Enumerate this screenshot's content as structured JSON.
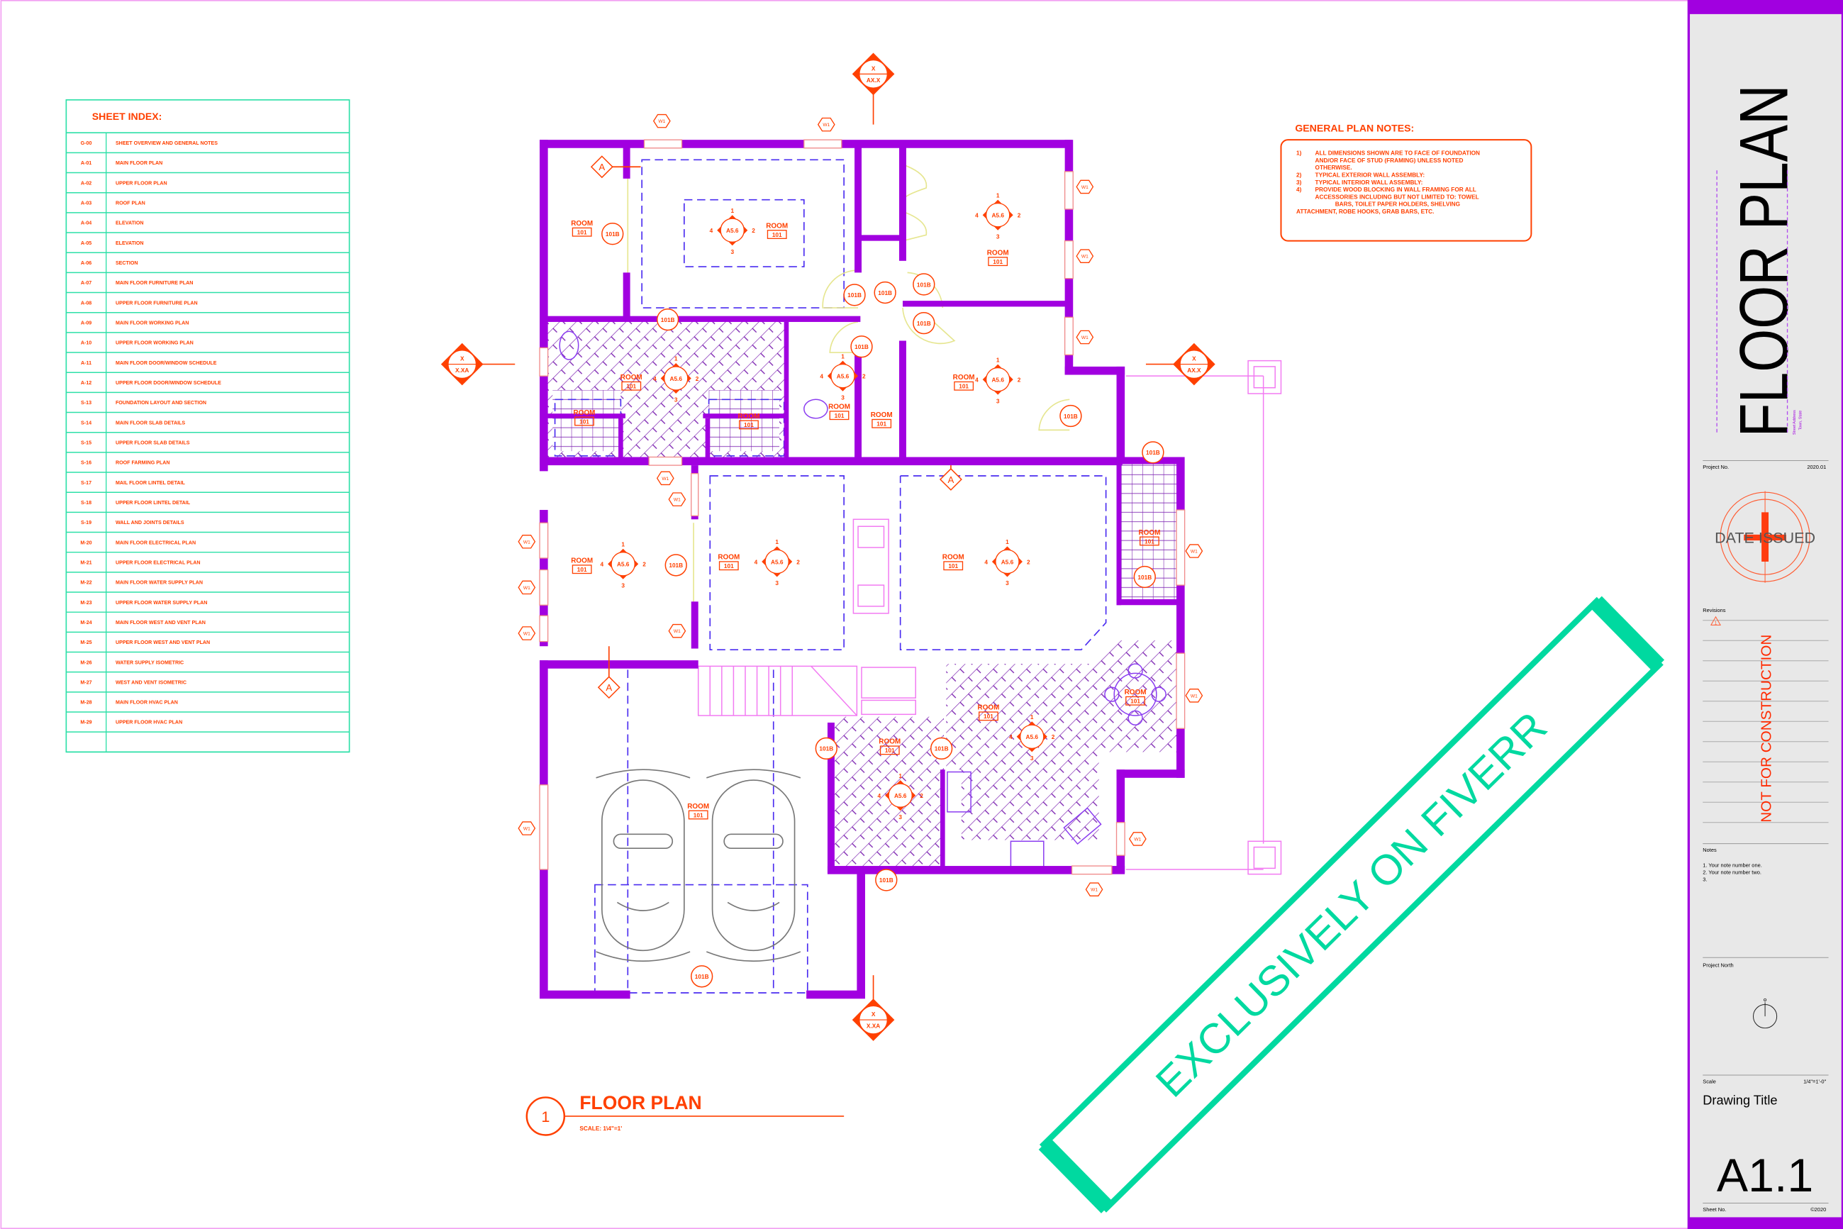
{
  "sheet_index": {
    "title": "SHEET INDEX:",
    "items": [
      {
        "code": "G-00",
        "title": "SHEET OVERVIEW AND GENERAL NOTES"
      },
      {
        "code": "A-01",
        "title": "MAIN FLOOR PLAN"
      },
      {
        "code": "A-02",
        "title": "UPPER FLOOR PLAN"
      },
      {
        "code": "A-03",
        "title": "ROOF PLAN"
      },
      {
        "code": "A-04",
        "title": "ELEVATION"
      },
      {
        "code": "A-05",
        "title": "ELEVATION"
      },
      {
        "code": "A-06",
        "title": "SECTION"
      },
      {
        "code": "A-07",
        "title": "MAIN FLOOR FURNITURE PLAN"
      },
      {
        "code": "A-08",
        "title": "UPPER FLOOR FURNITURE PLAN"
      },
      {
        "code": "A-09",
        "title": "MAIN FLOOR WORKING PLAN"
      },
      {
        "code": "A-10",
        "title": "UPPER FLOOR WORKING PLAN"
      },
      {
        "code": "A-11",
        "title": "MAIN FLOOR DOOR/WINDOW SCHEDULE"
      },
      {
        "code": "A-12",
        "title": "UPPER FLOOR DOOR/WINDOW SCHEDULE"
      },
      {
        "code": "S-13",
        "title": "FOUNDATION LAYOUT AND SECTION"
      },
      {
        "code": "S-14",
        "title": "MAIN FLOOR SLAB DETAILS"
      },
      {
        "code": "S-15",
        "title": "UPPER  FLOOR SLAB DETAILS"
      },
      {
        "code": "S-16",
        "title": "ROOF FARMING PLAN"
      },
      {
        "code": "S-17",
        "title": "MAIL FLOOR LINTEL DETAIL"
      },
      {
        "code": "S-18",
        "title": "UPPER FLOOR LINTEL DETAIL"
      },
      {
        "code": "S-19",
        "title": "WALL AND JOINTS DETAILS"
      },
      {
        "code": "M-20",
        "title": "MAIN FLOOR ELECTRICAL PLAN"
      },
      {
        "code": "M-21",
        "title": "UPPER FLOOR ELECTRICAL PLAN"
      },
      {
        "code": "M-22",
        "title": "MAIN FLOOR WATER SUPPLY PLAN"
      },
      {
        "code": "M-23",
        "title": "UPPER FLOOR WATER SUPPLY PLAN"
      },
      {
        "code": "M-24",
        "title": "MAIN FLOOR WEST AND VENT PLAN"
      },
      {
        "code": "M-25",
        "title": "UPPER FLOOR WEST AND VENT PLAN"
      },
      {
        "code": "M-26",
        "title": "WATER SUPPLY ISOMETRIC"
      },
      {
        "code": "M-27",
        "title": "WEST AND VENT ISOMETRIC"
      },
      {
        "code": "M-28",
        "title": "MAIN FLOOR HVAC PLAN"
      },
      {
        "code": "M-29",
        "title": "UPPER FLOOR HVAC PLAN"
      },
      {
        "code": "",
        "title": ""
      }
    ]
  },
  "general_notes": {
    "title": "GENERAL PLAN NOTES:",
    "lines": [
      {
        "num": "1)",
        "text": "ALL DIMENSIONS SHOWN ARE TO FACE OF FOUNDATION"
      },
      {
        "num": "",
        "text": "AND/OR FACE OF STUD (FRAMING) UNLESS NOTED"
      },
      {
        "num": "",
        "text": "OTHERWISE."
      },
      {
        "num": "2)",
        "text": "TYPICAL EXTERIOR WALL ASSEMBLY:"
      },
      {
        "num": "3)",
        "text": "TYPICAL INTERIOR WALL ASSEMBLY:"
      },
      {
        "num": "4)",
        "text": "PROVIDE WOOD BLOCKING IN WALL FRAMING FOR ALL"
      },
      {
        "num": "",
        "text": "ACCESSORIES INCLUDING BUT NOT LIMITED TO: TOWEL"
      },
      {
        "num": "",
        "text": "BARS, TOILET PAPER HOLDERS, SHELVING"
      },
      {
        "num": "",
        "text": "ATTACHMENT,       ROBE HOOKS, GRAB BARS, ETC."
      }
    ]
  },
  "plan": {
    "room_label": "ROOM",
    "room_number": "101",
    "door_tag": "101B",
    "window_tag": "W1",
    "section_ref": "A5.6",
    "section_dirs": [
      "1",
      "2",
      "3",
      "4"
    ],
    "elev_marker": "X",
    "elev_ref_a": "AX.X",
    "elev_ref_b": "X.XA",
    "grid_tag": "A"
  },
  "drawing_title": {
    "number": "1",
    "title": "FLOOR PLAN",
    "scale": "SCALE: 1\\4\"=1'"
  },
  "watermark": "EXCLUSIVELY ON FIVERR",
  "title_block": {
    "title": "FLOOR PLAN",
    "address_line1": "Street Address",
    "address_line2": "Town, State",
    "project_no_label": "Project No.",
    "project_no": "2020.01",
    "date_issued": "DATE ISSUED",
    "revisions_label": "Revisions",
    "revision_mark": "1",
    "stamp": "NOT FOR CONSTRUCTION",
    "notes_label": "Notes",
    "notes": [
      "1.  Your note number one.",
      "2.  Your note number two.",
      "3."
    ],
    "north_label": "Project North",
    "scale_label": "Scale",
    "scale": "1/4\"=1'-0\"",
    "drawing_title": "Drawing Title",
    "sheet_number": "A1.1",
    "sheet_no_label": "Sheet No.",
    "copyright": "©2020"
  },
  "colors": {
    "accent": "#ff4000",
    "wall": "#a100e0",
    "index": "#2de0a8",
    "watermark": "#00d9a0"
  }
}
